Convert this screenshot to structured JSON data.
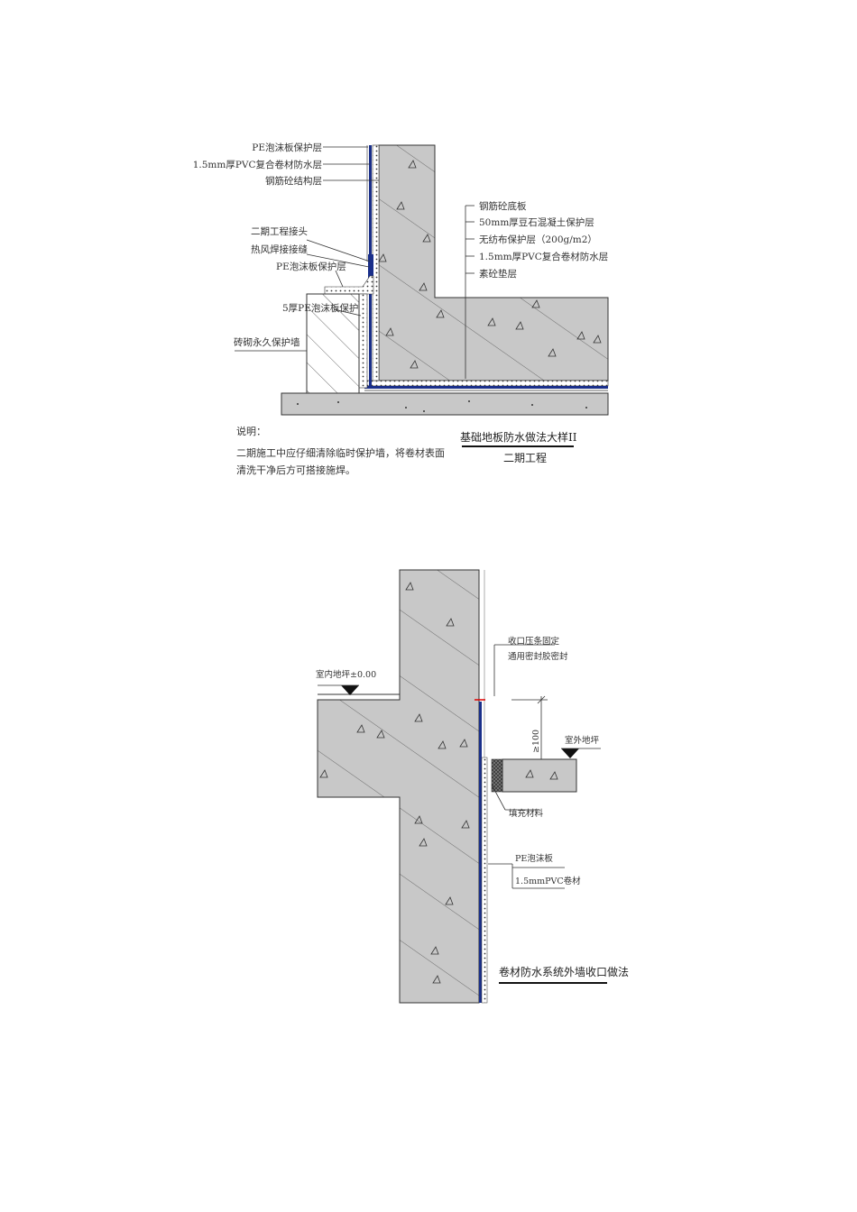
{
  "diagram1": {
    "labels_left": [
      "PE泡沫板保护层",
      "1.5mm厚PVC复合卷材防水层",
      "钢筋砼结构层"
    ],
    "labels_left_mid": [
      "二期工程接头",
      "热风焊接接缝",
      "PE泡沫板保护层"
    ],
    "label_pe_protect": "5厚PE泡沫板保护",
    "label_brick_wall": "砖砌永久保护墙",
    "labels_right": [
      "钢筋砼底板",
      "50mm厚豆石混凝土保护层",
      "无纺布保护层（200g/m2）",
      "1.5mm厚PVC复合卷材防水层",
      "素砼垫层"
    ],
    "note_title": "说明：",
    "note_lines": [
      "二期施工中应仔细清除临时保护墙，将卷材表面",
      "清洗干净后方可搭接施焊。"
    ],
    "title": "基础地板防水做法大样II",
    "subtitle": "二期工程"
  },
  "diagram2": {
    "label_indoor": "室内地坪±0.00",
    "label_seal_1": "收口压条固定",
    "label_seal_2": "通用密封胶密封",
    "label_dim": "≥100",
    "label_outdoor": "室外地坪",
    "label_fill": "填充材料",
    "label_pe": "PE泡沫板",
    "label_pvc": "1.5mmPVC卷材",
    "title": "卷材防水系统外墙收口做法"
  },
  "colors": {
    "concrete": "#c8c8c8",
    "membrane": "#1a2f8a",
    "line": "#333333"
  }
}
